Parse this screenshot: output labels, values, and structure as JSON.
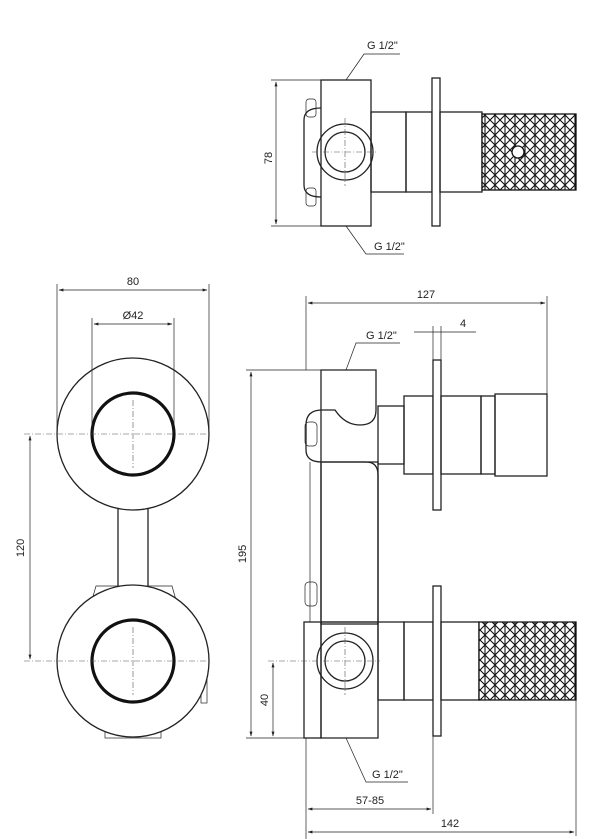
{
  "dimensions": {
    "top_thread_upper": "G 1/2\"",
    "top_thread_lower": "G 1/2\"",
    "top_height": "78",
    "front_width": "80",
    "front_inner_dia": "Ø42",
    "front_spacing": "120",
    "side_total_depth": "127",
    "side_flange": "4",
    "side_thread_upper": "G 1/2\"",
    "side_height": "195",
    "side_bottom_offset": "40",
    "side_thread_lower": "G 1/2\"",
    "side_adjust_range": "57-85",
    "side_overall": "142"
  }
}
